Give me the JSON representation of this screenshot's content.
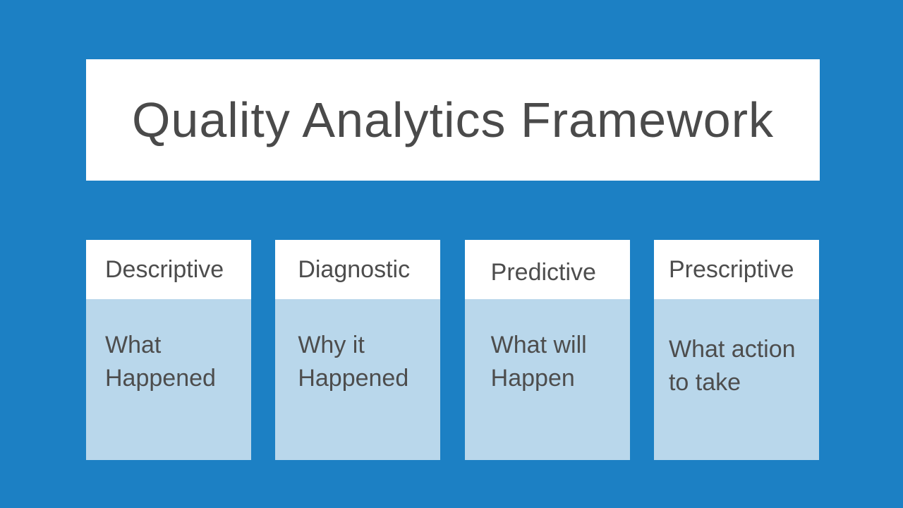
{
  "slide": {
    "title": "Quality Analytics Framework",
    "cards": [
      {
        "header": "Descriptive",
        "body": "What\nHappened"
      },
      {
        "header": "Diagnostic",
        "body": "Why it\nHappened"
      },
      {
        "header": "Predictive",
        "body": "What will\nHappen"
      },
      {
        "header": "Prescriptive",
        "body": "What action\nto take"
      }
    ],
    "colors": {
      "background": "#1C80C4",
      "panel_bg": "#FFFFFF",
      "card_body_bg": "#B9D7EB",
      "title_text": "#4A4A4A",
      "card_text": "#4D4D4D"
    }
  }
}
